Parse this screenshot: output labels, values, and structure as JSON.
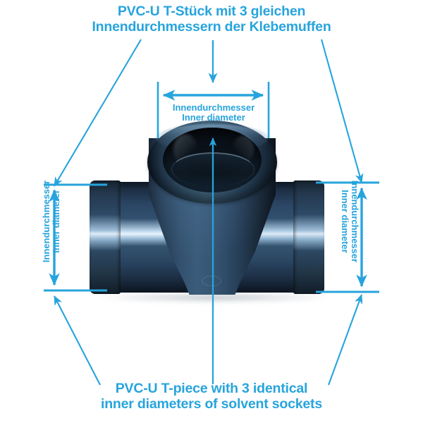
{
  "title": {
    "line1": "PVC-U T-Stück mit 3 gleichen",
    "line2": "Innendurchmessern der Klebemuffen"
  },
  "bottom_caption": {
    "line1": "PVC-U T-piece with 3 identical",
    "line2": "inner diameters of solvent sockets"
  },
  "dimensions": {
    "top": {
      "label_de": "Innendurchmesser",
      "label_en": "Inner diameter"
    },
    "left": {
      "label_de": "Innendurchmesser",
      "label_en": "Inner diameter"
    },
    "right": {
      "label_de": "Innendurchmesser",
      "label_en": "Inner diameter"
    }
  },
  "colors": {
    "accent": "#27a4dd",
    "accent_dark": "#1b8ec4",
    "fitting_body": "#2d4a66",
    "background": "#ffffff"
  },
  "product": {
    "name": "PVC-U T-piece",
    "socket_count": 3
  }
}
